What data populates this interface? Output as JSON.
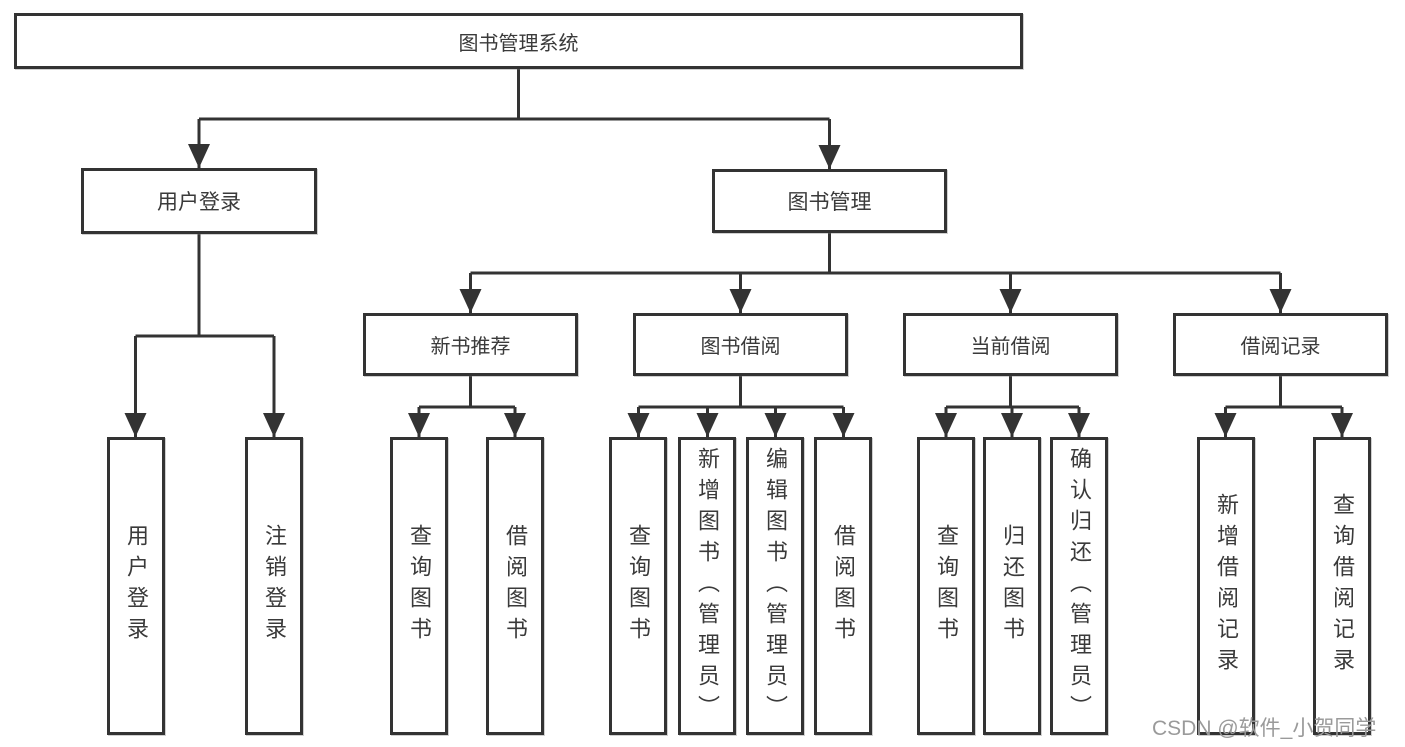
{
  "colors": {
    "line": "#333333",
    "box_border": "#333333",
    "box_fill": "#ffffff",
    "text": "#3a3a3a",
    "watermark": "#9a9a9a",
    "background": "#ffffff"
  },
  "watermark": {
    "text": "CSDN @软件_小贺同学"
  },
  "diagram": {
    "root": {
      "label": "图书管理系统"
    },
    "level2": {
      "user_login": {
        "label": "用户登录"
      },
      "book_management": {
        "label": "图书管理"
      }
    },
    "level3": {
      "new_book_recommend": {
        "label": "新书推荐"
      },
      "book_borrowing": {
        "label": "图书借阅"
      },
      "current_borrowing": {
        "label": "当前借阅"
      },
      "borrowing_records": {
        "label": "借阅记录"
      }
    },
    "leaves": {
      "user_login": [
        {
          "label": "用户登录"
        },
        {
          "label": "注销登录"
        }
      ],
      "new_book_recommend": [
        {
          "label": "查询图书"
        },
        {
          "label": "借阅图书"
        }
      ],
      "book_borrowing": [
        {
          "label": "查询图书"
        },
        {
          "label": "新增图书（管理员）"
        },
        {
          "label": "编辑图书（管理员）"
        },
        {
          "label": "借阅图书"
        }
      ],
      "current_borrowing": [
        {
          "label": "查询图书"
        },
        {
          "label": "归还图书"
        },
        {
          "label": "确认归还（管理员）"
        }
      ],
      "borrowing_records": [
        {
          "label": "新增借阅记录"
        },
        {
          "label": "查询借阅记录"
        }
      ]
    }
  }
}
